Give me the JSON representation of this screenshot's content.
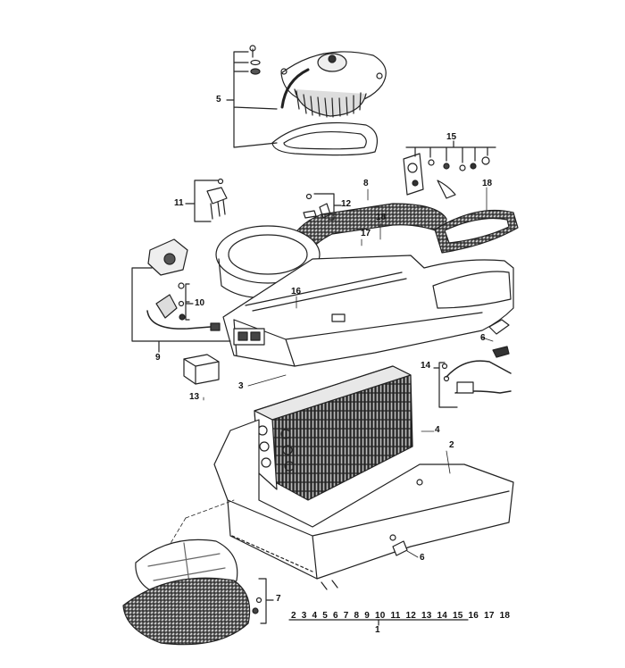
{
  "callouts": {
    "c5": "5",
    "c15": "15",
    "c11": "11",
    "c12": "12",
    "c8": "8",
    "c18a": "18",
    "c18b": "18",
    "c17": "17",
    "c16": "16",
    "c10": "10",
    "c9": "9",
    "c13": "13",
    "c3": "3",
    "c6a": "6",
    "c14": "14",
    "c4": "4",
    "c2": "2",
    "c6b": "6",
    "c7": "7"
  },
  "sequence": [
    "2",
    "3",
    "4",
    "5",
    "6",
    "7",
    "8",
    "9",
    "10",
    "11",
    "12",
    "13",
    "14",
    "15",
    "16",
    "17",
    "18"
  ],
  "sequence_total": "1"
}
